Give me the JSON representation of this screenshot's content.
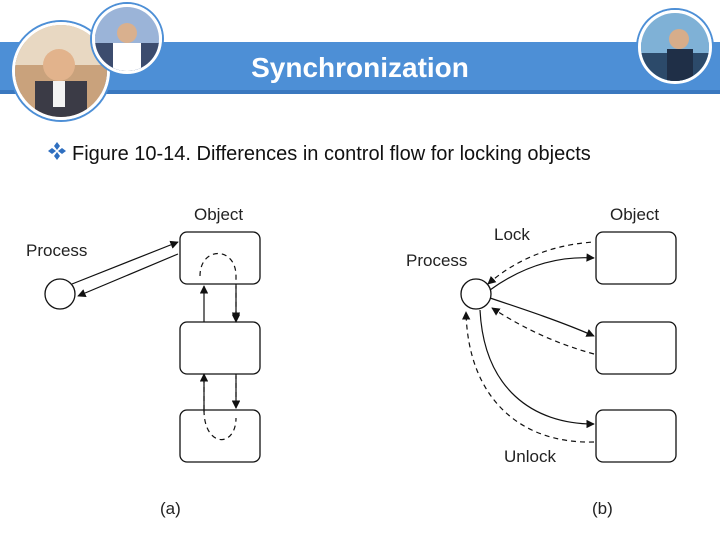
{
  "title": "Synchronization",
  "bullet": {
    "text": "Figure 10-14. Differences in control flow for locking objects"
  },
  "figure": {
    "panel_a": {
      "object_label": "Object",
      "process_label": "Process",
      "caption": "(a)"
    },
    "panel_b": {
      "object_label": "Object",
      "process_label": "Process",
      "lock_label": "Lock",
      "unlock_label": "Unlock",
      "caption": "(b)"
    }
  },
  "colors": {
    "header": "#4d8fd6",
    "bullet": "#2f6fc0"
  },
  "icons": {
    "bullet": "diamond-bullet-icon"
  }
}
